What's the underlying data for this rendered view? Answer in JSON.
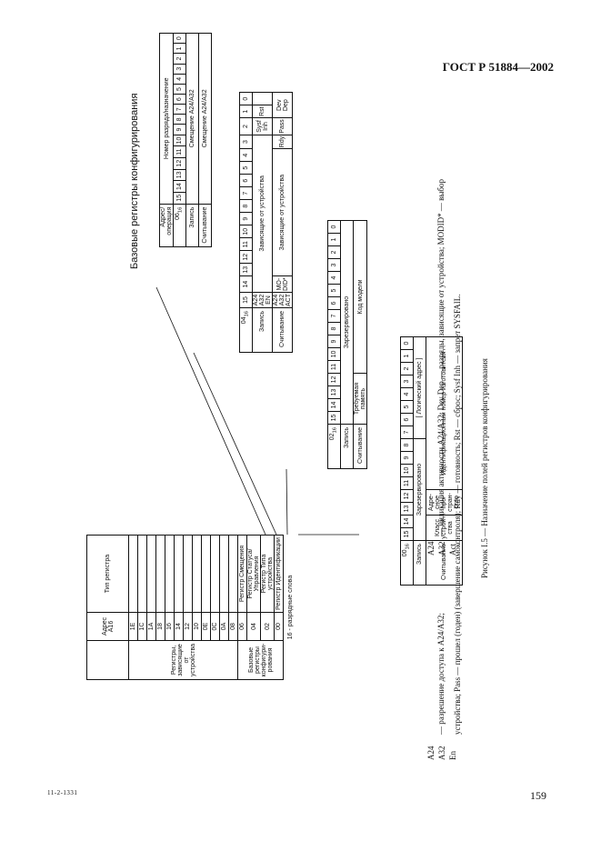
{
  "header": {
    "standard": "ГОСТ Р 51884—2002"
  },
  "footer": {
    "page_number": "159",
    "code": "11-2-1331"
  },
  "figure": {
    "title": "Базовые регистры конфигурирования",
    "caption": "Рисунок I.5 — Назначение полей регистров конфигурирования",
    "legend_line1_prefix": "— разрешение доступа к А24/А32;",
    "legend_line1_mid": "— индикация активности А24/А32; Dev Dep — разряды, зависящие от устройства; MODID* — выбор",
    "legend_line2": "устройства; Pass — прошел (годен) (завершение самоконтроля); Rdy — готовность; Rst — сброс; Sysf Inh — запрет SYSFAIL.",
    "legend_brace_left": [
      "A24",
      "A32",
      "En"
    ],
    "legend_brace_right": [
      "A24",
      "A32",
      "Act"
    ]
  },
  "left_table": {
    "header_addr": "Адрес A16",
    "header_type": "Тип регистра",
    "group_device": "Регистры, зависящие от устройства",
    "group_base": "Базовые регистры конфигури-рования",
    "addresses": [
      "1E",
      "1C",
      "1A",
      "18",
      "16",
      "14",
      "12",
      "10",
      "0E",
      "0C",
      "0A",
      "08",
      "06",
      "04",
      "02",
      "00"
    ],
    "base_types": [
      "Регистр Смещения",
      "Регистр Статуса/Управления",
      "Регистр Типа устройства",
      "Регистр Идентификации"
    ],
    "note": "16 - разрядные слова"
  },
  "reg06": {
    "col_label": "Адрес/операция",
    "bit_header": "Номер разряда/назначение",
    "addr": "06",
    "addr_sub": "16",
    "bits": [
      "15",
      "14",
      "13",
      "12",
      "11",
      "10",
      "9",
      "8",
      "7",
      "6",
      "5",
      "4",
      "3",
      "2",
      "1",
      "0"
    ],
    "write_label": "Запись",
    "write_value": "Смещение А24/А32",
    "read_label": "Считывание",
    "read_value": "Смещение А24/А32"
  },
  "reg04": {
    "addr": "04",
    "addr_sub": "16",
    "bits": [
      "15",
      "14",
      "13",
      "12",
      "11",
      "10",
      "9",
      "8",
      "7",
      "6",
      "5",
      "4",
      "3",
      "2",
      "1",
      "0"
    ],
    "write_label": "Запись",
    "write_en": "А24 А32 EN",
    "write_mid": "Зависящие от устройства",
    "write_sysf": "Sysf Inh",
    "write_rst": "Rst",
    "read_label": "Считывание",
    "read_act": "А24 А32 ACT",
    "read_modid": "MO-DID*",
    "read_mid": "Зависящие от устройства",
    "read_rdy": "Rdy",
    "read_pass": "Pass",
    "read_dev": "Dev Dep"
  },
  "reg02": {
    "addr": "02",
    "addr_sub": "16",
    "bits": [
      "15",
      "14",
      "13",
      "12",
      "11",
      "10",
      "9",
      "8",
      "7",
      "6",
      "5",
      "4",
      "3",
      "2",
      "1",
      "0"
    ],
    "write_label": "Запись",
    "write_value": "Зарезервировано",
    "read_label": "Считывание",
    "read_mem": "Требуемая память",
    "read_model": "Код модели"
  },
  "reg00": {
    "addr": "00",
    "addr_sub": "16",
    "bits": [
      "15",
      "14",
      "13",
      "12",
      "11",
      "10",
      "9",
      "8",
      "7",
      "6",
      "5",
      "4",
      "3",
      "2",
      "1",
      "0"
    ],
    "write_label": "Запись",
    "write_reserved": "Зарезервировано",
    "write_logical": "[ Логический адрес ]",
    "read_label": "Считывание",
    "read_class": "Класс устрой-ства",
    "read_space": "Адре-сное про-стран-ство",
    "read_vendor": "Идентификационный номер изготовителя"
  }
}
